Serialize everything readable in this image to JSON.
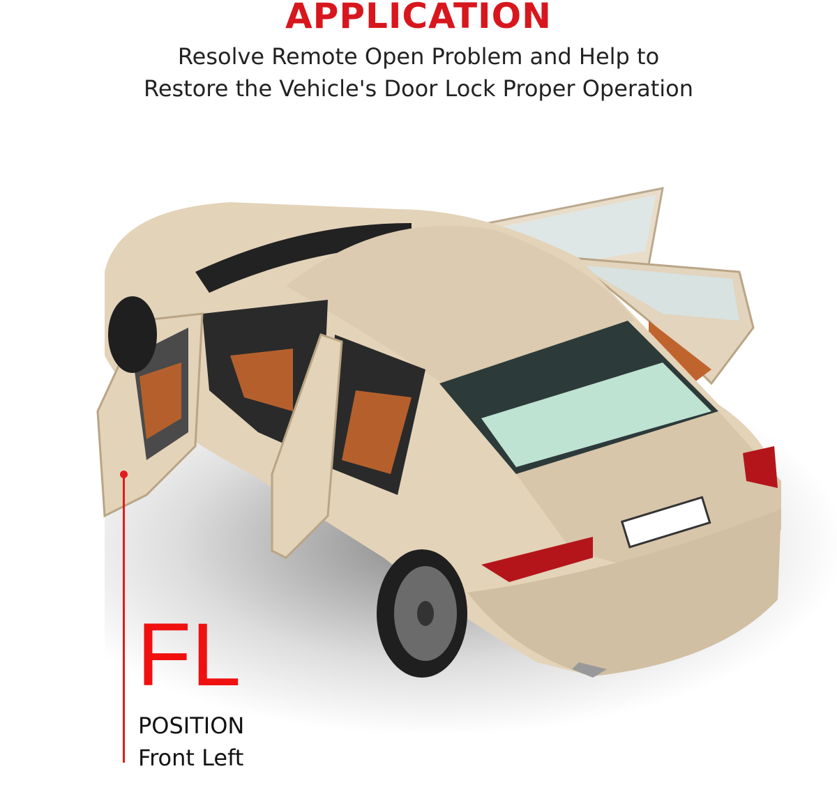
{
  "header": {
    "title": "APPLICATION",
    "subtitle_line1": "Resolve Remote Open Problem and Help to",
    "subtitle_line2": "Restore the Vehicle's Door Lock Proper Operation"
  },
  "callout": {
    "code": "FL",
    "label": "POSITION",
    "position": "Front Left",
    "accent_color": "#e31b1b"
  },
  "image": {
    "subject": "car-with-open-doors"
  }
}
